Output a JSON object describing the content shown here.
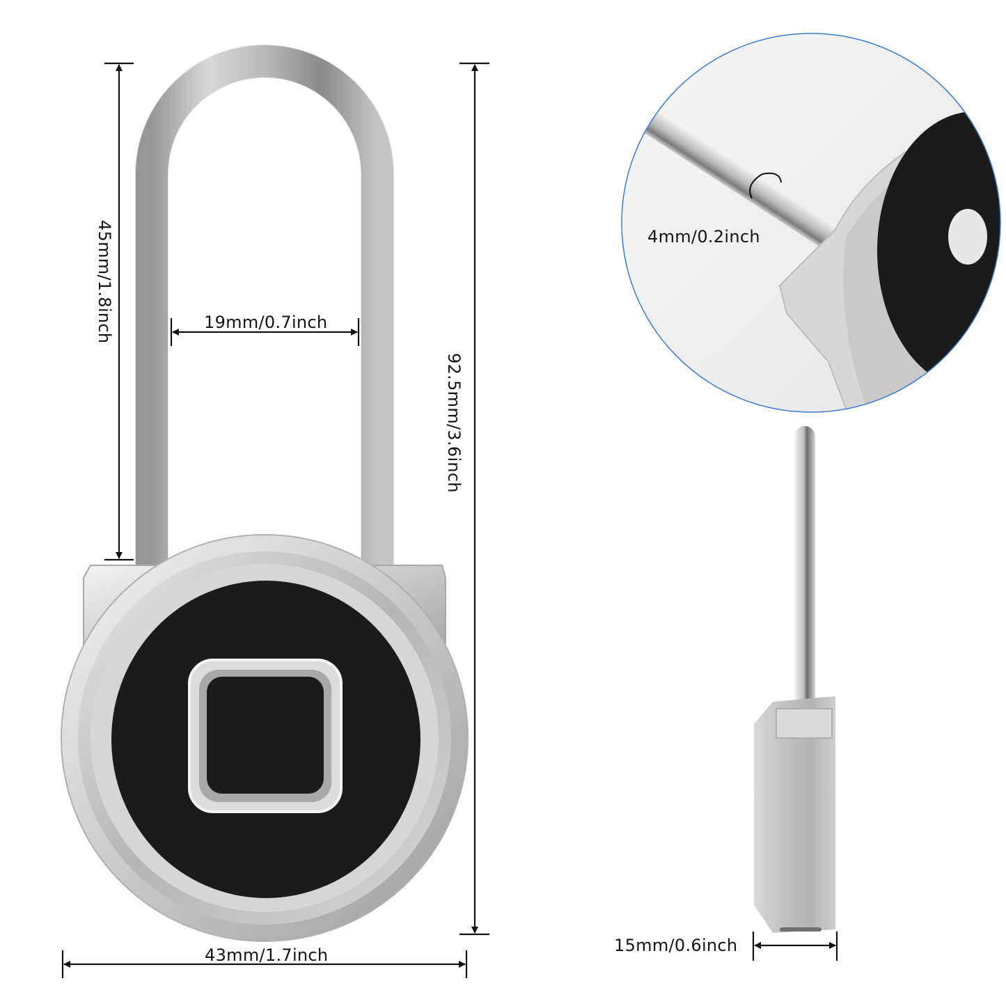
{
  "diagram": {
    "subject": "fingerprint padlock with long shackle",
    "colors": {
      "background": "#ffffff",
      "metal_light": "#eeeeee",
      "metal_mid": "#c4c4c4",
      "metal_dark": "#8e8e8e",
      "face_black": "#1a1a1a",
      "dimension_line": "#111111",
      "detail_circle_border": "#3b7bd0"
    },
    "dimensions": {
      "shackle_height": "45mm/1.8inch",
      "shackle_inner_width": "19mm/0.7inch",
      "total_height": "92.5mm/3.6inch",
      "body_width": "43mm/1.7inch",
      "shackle_diameter": "4mm/0.2inch",
      "body_thickness": "15mm/0.6inch"
    },
    "views": [
      {
        "name": "front-view",
        "labels": [
          "45mm/1.8inch",
          "19mm/0.7inch",
          "92.5mm/3.6inch",
          "43mm/1.7inch"
        ]
      },
      {
        "name": "detail-zoom-view",
        "labels": [
          "4mm/0.2inch"
        ]
      },
      {
        "name": "side-view",
        "labels": [
          "15mm/0.6inch"
        ]
      }
    ],
    "icons": [
      "fingerprint-sensor-icon"
    ]
  }
}
